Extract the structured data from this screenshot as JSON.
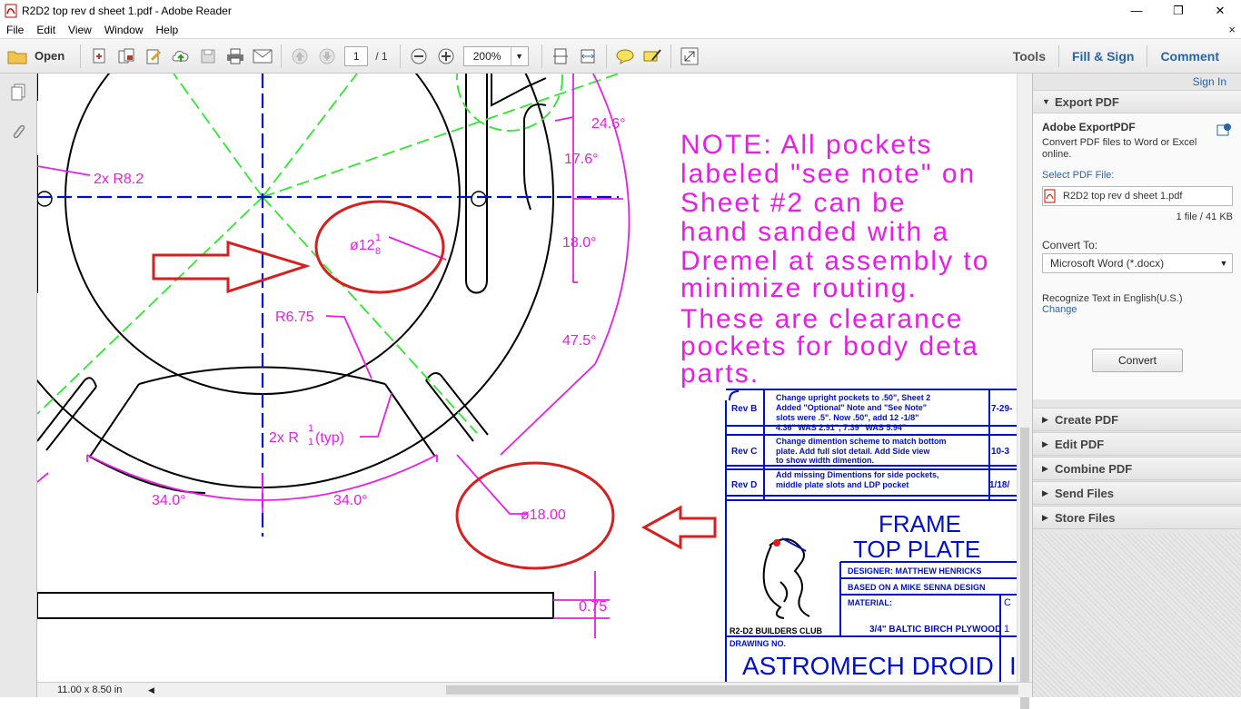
{
  "window": {
    "title": "R2D2 top rev d sheet 1.pdf - Adobe Reader",
    "minimize": "—",
    "restore": "❐",
    "close": "✕"
  },
  "menu": {
    "items": [
      "File",
      "Edit",
      "View",
      "Window",
      "Help"
    ],
    "close": "×"
  },
  "toolbar": {
    "open_label": "Open",
    "page_current": "1",
    "page_total": "/ 1",
    "zoom": "200%",
    "tools": "Tools",
    "fill_sign": "Fill & Sign",
    "comment": "Comment"
  },
  "drawing": {
    "r82": "2x R8.2",
    "d12": "ø12",
    "frac_num": "1",
    "frac_den": "8",
    "r675": "R6.75",
    "r2a": "2x R",
    "r2b": "(typ)",
    "d246": "24.6°",
    "d176": "17.6°",
    "d180": "18.0°",
    "d475": "47.5°",
    "d340a": "34.0°",
    "d340b": "34.0°",
    "d1800": "ø18.00",
    "d075": "0.75",
    "note": [
      "NOTE:  All pockets",
      "labeled \"see note\" on",
      "Sheet #2 can be",
      "hand sanded with a",
      "Dremel at assembly to",
      "minimize routing.",
      "These are clearance",
      "pockets for body deta",
      "parts."
    ],
    "rev_b": "Rev B",
    "rev_b_text": [
      "Change upright pockets to .50\", Sheet 2",
      "Added \"Optional\" Note and \"See Note\"",
      "slots were .5\".  Now .50\", add 12 -1/8\"",
      "4.36\" WAS 2.91\", 7.39\" WAS 5.94\""
    ],
    "rev_b_date": "7-29-",
    "rev_c": "Rev C",
    "rev_c_text": [
      "Change dimention scheme to match bottom",
      "plate.  Add full slot detail.  Add Side view",
      "to show width dimention."
    ],
    "rev_c_date": "10-3",
    "rev_d": "Rev D",
    "rev_d_text": [
      "Add missing Dimentions for side pockets,",
      "middle plate slots and LDP pocket"
    ],
    "rev_d_date": "1/18/",
    "frame": "FRAME",
    "top_plate": "TOP PLATE",
    "designer": "DESIGNER:   MATTHEW HENRICKS",
    "based_on": "BASED ON A MIKE SENNA DESIGN",
    "material_label": "MATERIAL:",
    "material": "3/4\" BALTIC BIRCH PLYWOOD",
    "club": "R2-D2 BUILDERS CLUB",
    "drawing_no": "DRAWING NO.",
    "astromech": "ASTROMECH DROID",
    "title_c": "C",
    "title_1": "1",
    "title_i": "I"
  },
  "status": {
    "page_size": "11.00 x 8.50 in"
  },
  "panel": {
    "sign_in": "Sign In",
    "export_pdf": "Export PDF",
    "adobe_export": "Adobe ExportPDF",
    "desc": "Convert PDF files to Word or Excel online.",
    "select_label": "Select PDF File:",
    "file_name": "R2D2 top rev d sheet 1.pdf",
    "file_count": "1 file / 41 KB",
    "convert_to": "Convert To:",
    "format": "Microsoft Word (*.docx)",
    "recognize": "Recognize Text in English(U.S.)",
    "change": "Change",
    "convert_btn": "Convert",
    "sections": [
      "Create PDF",
      "Edit PDF",
      "Combine PDF",
      "Send Files",
      "Store Files"
    ]
  },
  "colors": {
    "magenta": "#e81ee8",
    "blue": "#0010c8",
    "green": "#2ee82e",
    "red": "#d62020"
  }
}
